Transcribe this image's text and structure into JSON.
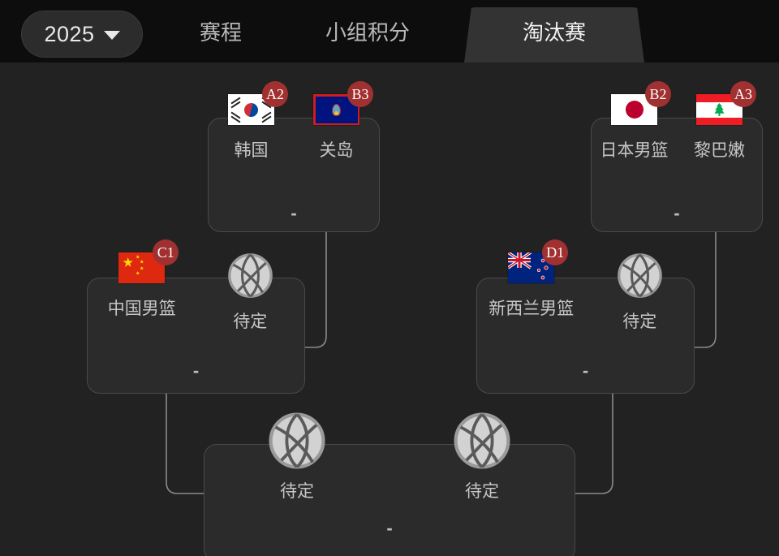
{
  "header": {
    "year_selector": {
      "label": "2025",
      "icon": "chevron-down-icon"
    },
    "tabs": [
      {
        "label": "赛程",
        "active": false
      },
      {
        "label": "小组积分",
        "active": false
      },
      {
        "label": "淘汰赛",
        "active": true
      }
    ]
  },
  "colors": {
    "page_background": "#222222",
    "header_background": "#0d0d0d",
    "active_tab_background": "#333333",
    "card_background": "#2b2b2b",
    "card_border": "#4a4a4a",
    "badge_background": "#a13131",
    "text_primary": "#f2f2f2",
    "text_secondary": "#c6c6c6",
    "connector_line": "#8a8a8a"
  },
  "bracket": {
    "round_of_8": [
      {
        "id": "match-qf-left",
        "score": "-",
        "teams": [
          {
            "name": "韩国",
            "seed": "A2",
            "flag": "flag-korea",
            "icon": null
          },
          {
            "name": "关岛",
            "seed": "B3",
            "flag": "flag-guam",
            "icon": null
          }
        ]
      },
      {
        "id": "match-qf-right",
        "score": "-",
        "teams": [
          {
            "name": "日本男篮",
            "seed": "B2",
            "flag": "flag-japan",
            "icon": null
          },
          {
            "name": "黎巴嫩",
            "seed": "A3",
            "flag": "flag-lebanon",
            "icon": null
          }
        ]
      }
    ],
    "semifinals": [
      {
        "id": "match-sf-left",
        "score": "-",
        "teams": [
          {
            "name": "中国男篮",
            "seed": "C1",
            "flag": "flag-china",
            "icon": null
          },
          {
            "name": "待定",
            "seed": null,
            "flag": null,
            "icon": "basketball-icon"
          }
        ]
      },
      {
        "id": "match-sf-right",
        "score": "-",
        "teams": [
          {
            "name": "新西兰男篮",
            "seed": "D1",
            "flag": "flag-new-zealand",
            "icon": null
          },
          {
            "name": "待定",
            "seed": null,
            "flag": null,
            "icon": "basketball-icon"
          }
        ]
      }
    ],
    "final": {
      "id": "match-final",
      "score": "-",
      "teams": [
        {
          "name": "待定",
          "seed": null,
          "flag": null,
          "icon": "basketball-icon"
        },
        {
          "name": "待定",
          "seed": null,
          "flag": null,
          "icon": "basketball-icon"
        }
      ]
    }
  }
}
